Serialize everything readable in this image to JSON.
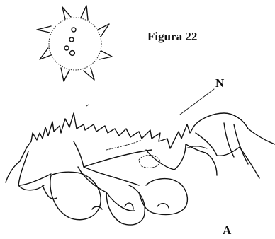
{
  "figure": {
    "title": "Figura 22",
    "label_n": "N",
    "label_a": "A"
  }
}
